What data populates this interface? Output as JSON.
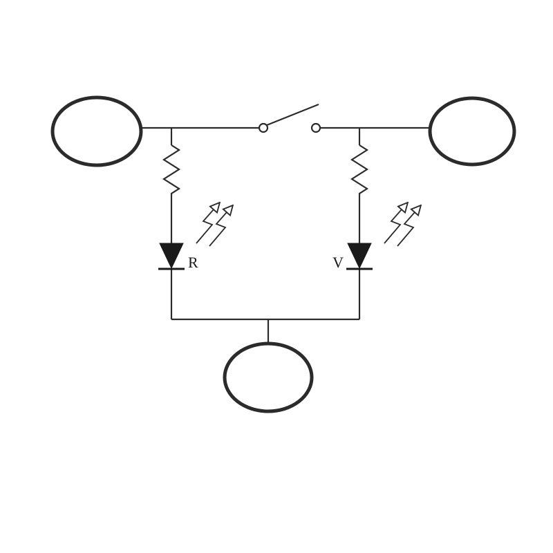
{
  "diagram": {
    "type": "circuit-diagram",
    "description": "Two-terminal LED circuit with open switch, two resistors and two LEDs joined to a common bottom terminal",
    "colors": {
      "stroke": "#2b2b2b",
      "component_fill": "#1a1a1a",
      "background": "#ffffff"
    },
    "labels": {
      "left_led": "R",
      "right_led": "V"
    },
    "components": {
      "terminal_top_left": "terminal-ellipse",
      "terminal_top_right": "terminal-ellipse",
      "terminal_bottom": "terminal-ellipse",
      "switch": "open-switch",
      "resistor_left": "resistor",
      "resistor_right": "resistor",
      "led_left": "led-red",
      "led_right": "led-green"
    }
  }
}
